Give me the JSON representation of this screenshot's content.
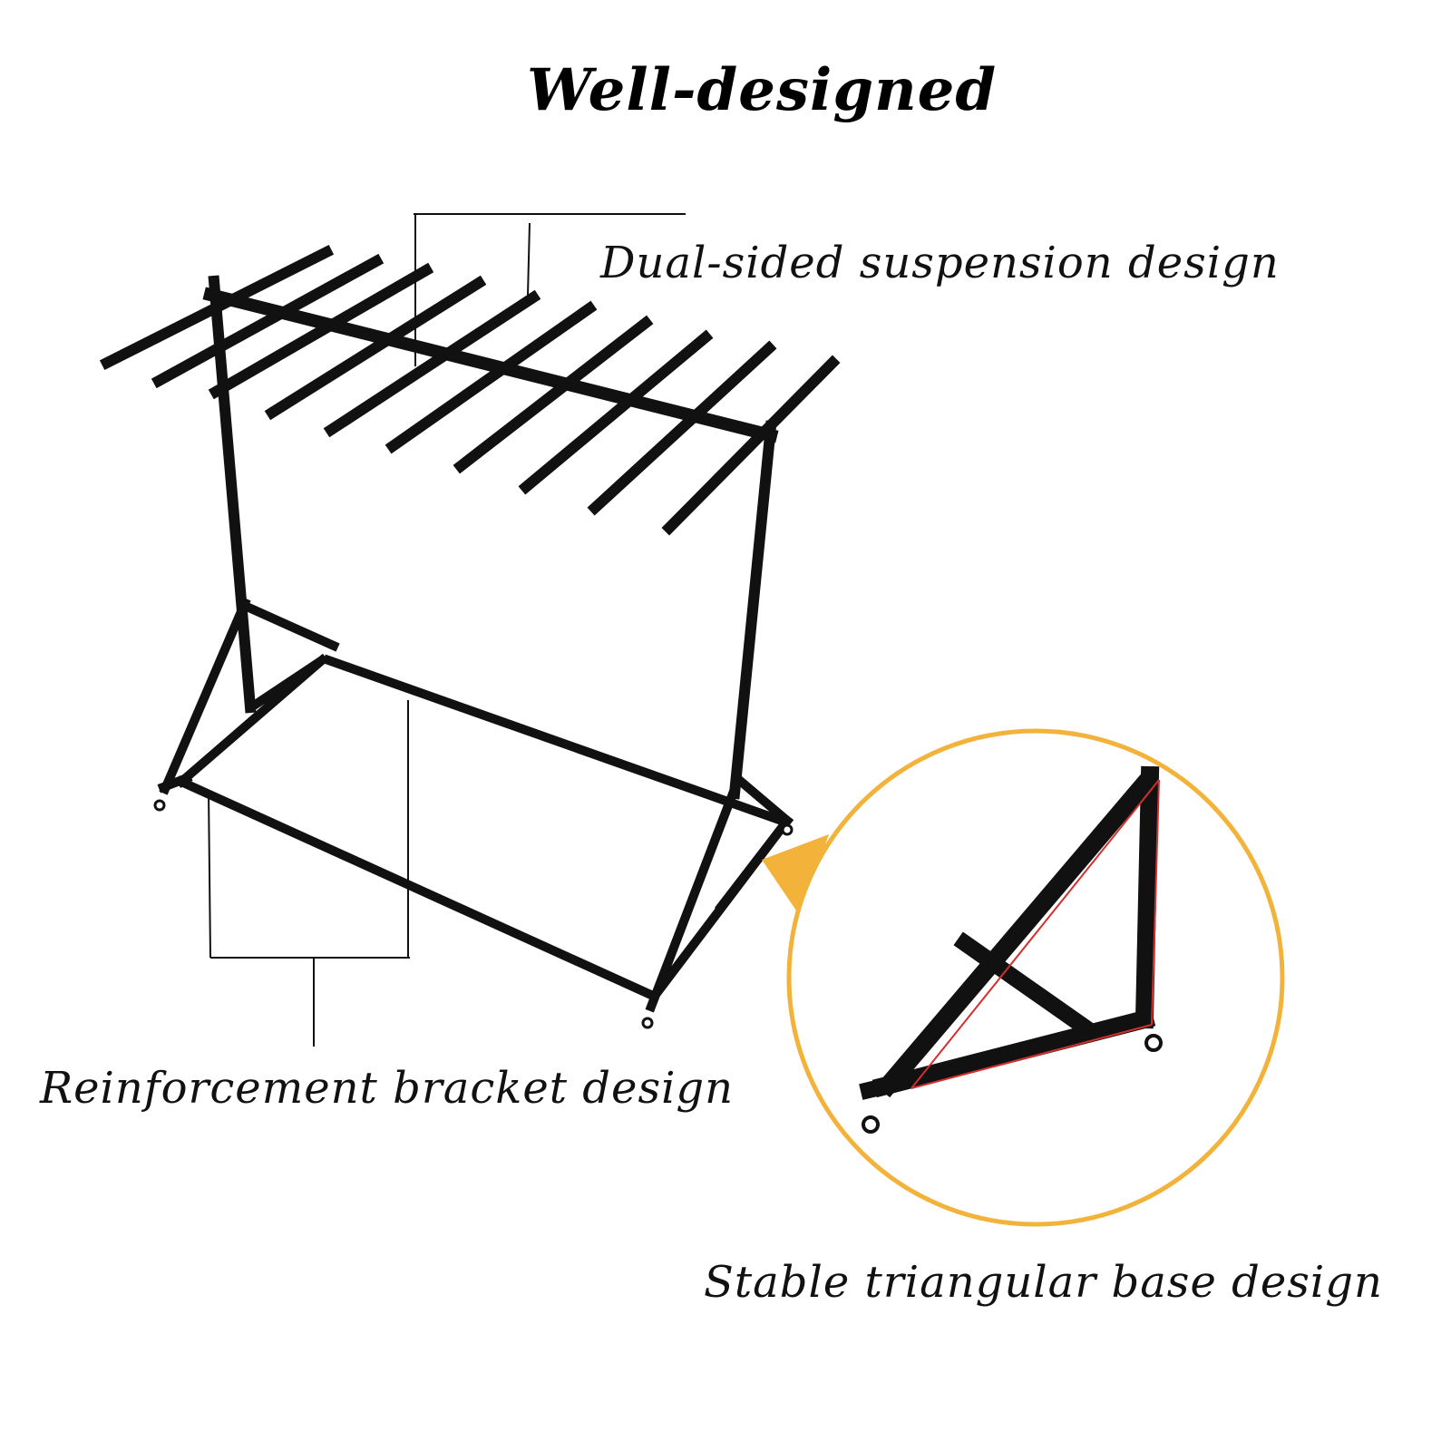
{
  "title": "Well-designed",
  "callouts": {
    "suspension": "Dual-sided suspension design",
    "bracket": "Reinforcement bracket design",
    "base": "Stable triangular base design"
  },
  "colors": {
    "frame": "#111111",
    "highlight_ring": "#f3b23a",
    "highlight_line": "#d32f2f",
    "text": "#111111"
  }
}
